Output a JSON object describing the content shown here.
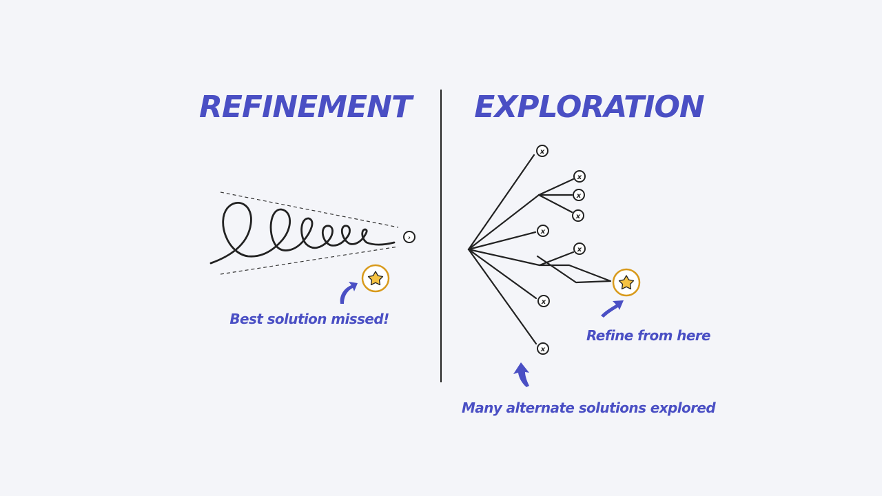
{
  "refinement": {
    "title": "REFINEMENT",
    "caption": "Best solution missed!",
    "end_node_glyph": "›",
    "best_icon": "star-icon"
  },
  "exploration": {
    "title": "EXPLORATION",
    "refine_caption": "Refine from here",
    "alternates_caption": "Many alternate solutions explored",
    "dead_end_glyph": "x",
    "dead_end_icon": "x-node-icon",
    "best_icon": "star-icon"
  },
  "colors": {
    "accent": "#4a4fc4",
    "background": "#f4f5f9",
    "ink": "#222222",
    "star_fill": "#f5c242",
    "star_ring": "#d89a1c"
  }
}
